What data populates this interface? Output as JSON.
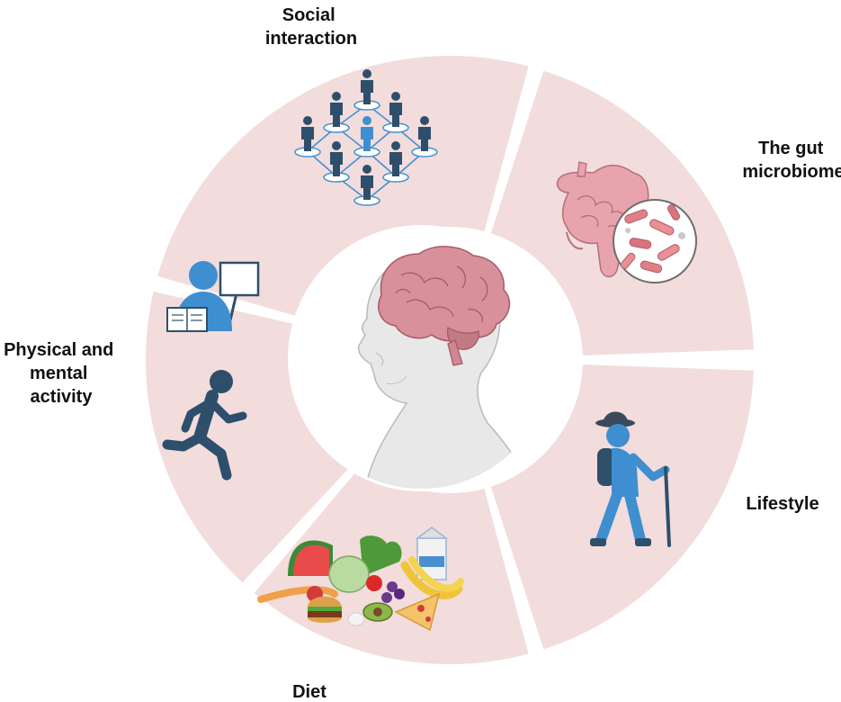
{
  "segments": [
    {
      "id": "social",
      "label_lines": [
        "Social",
        "interaction"
      ]
    },
    {
      "id": "gut",
      "label_lines": [
        "The gut",
        "microbiome"
      ]
    },
    {
      "id": "lifestyle",
      "label_lines": [
        "Lifestyle"
      ]
    },
    {
      "id": "diet",
      "label_lines": [
        "Diet"
      ]
    },
    {
      "id": "activity",
      "label_lines": [
        "Physical and",
        "mental",
        "activity"
      ]
    }
  ],
  "colors": {
    "segment_fill": "#f2dcdc",
    "separator": "#ffffff",
    "icon_dark": "#2e4f6b",
    "icon_blue": "#3f8fd0",
    "brain": "#d8909a",
    "skin": "#e6e6e6"
  },
  "icons": [
    "network-icon",
    "intestine-icon",
    "bacteria-icon",
    "hiker-icon",
    "food-icon",
    "teacher-icon",
    "runner-icon",
    "brain-icon",
    "head-icon"
  ]
}
